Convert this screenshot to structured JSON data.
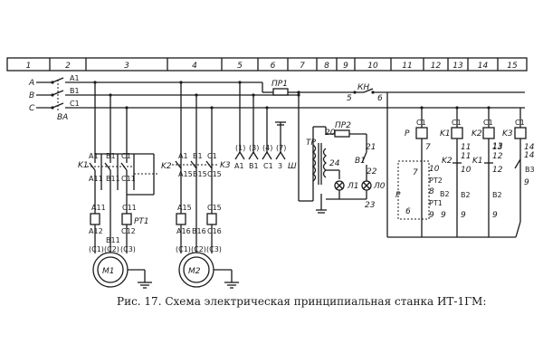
{
  "caption": "Рис. 17. Схема электрическая принципиальная станка ИТ-1ГМ:",
  "ruler": [
    "1",
    "2",
    "3",
    "4",
    "5",
    "6",
    "7",
    "8",
    "9",
    "10",
    "11",
    "12",
    "13",
    "14",
    "15"
  ],
  "phases": [
    "A",
    "B",
    "C"
  ],
  "switch_label": "ВА",
  "switch_out": [
    "A1",
    "B1",
    "C1"
  ],
  "contactor_k1": "K1",
  "contactor_k2": "K2",
  "k1_terms": [
    "A1",
    "B1",
    "C1",
    "A11",
    "B11",
    "C11",
    "C11"
  ],
  "rt1": "PT1",
  "rt1_terms": [
    "A11",
    "C11"
  ],
  "m1_terms": [
    "A12",
    "B11",
    "C12",
    "(C1)",
    "(C2)",
    "(C3)"
  ],
  "m1": "M1",
  "k3": "K3",
  "k3_terms": [
    "A1",
    "B1",
    "C1",
    "A15",
    "B15",
    "C15"
  ],
  "m2_upper": [
    "A15",
    "C15"
  ],
  "m2_terms": [
    "A16",
    "B16",
    "C16",
    "(C1)",
    "(C2)",
    "(C3)"
  ],
  "m2": "M2",
  "plug_codes": [
    "(1)",
    "(3)",
    "(4)",
    "(7)"
  ],
  "plug_terms": [
    "A1",
    "B1",
    "C1",
    "3"
  ],
  "plug_label": "Ш",
  "fuse1": "ПР1",
  "fuse2": "ПР2",
  "kn": "КН",
  "kn_terms": [
    "5",
    "6"
  ],
  "tr": "ТР",
  "tr_terms": [
    "20",
    "21",
    "22",
    "23",
    "24"
  ],
  "lamp_switch": "В1",
  "lamp_l1": "Л1",
  "lamp_l0": "Л0",
  "relay_p": "P",
  "coil_labels": [
    "C1",
    "C1",
    "C1",
    "C1"
  ],
  "rung_numbers": [
    "7",
    "11",
    "13",
    "14"
  ],
  "rung_k1": "K1",
  "rung_k2": "K2",
  "rung_k3": "K3",
  "rung_contacts": {
    "r1": [
      "P",
      "7",
      "6",
      "PT2",
      "PT1",
      "B2",
      "10",
      "8",
      "9",
      "9"
    ],
    "r2": [
      "K2",
      "11",
      "10",
      "B2",
      "9"
    ],
    "r3": [
      "K1",
      "12",
      "13",
      "12",
      "B2",
      "9"
    ],
    "r4": [
      "14",
      "B3",
      "9"
    ]
  }
}
